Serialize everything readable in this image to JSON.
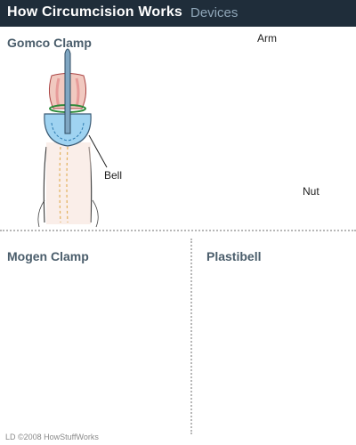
{
  "header": {
    "title": "How Circumcision Works",
    "subtitle": "Devices"
  },
  "sections": {
    "gomco": {
      "title": "Gomco Clamp",
      "labels": {
        "arm": "Arm",
        "bell": "Bell",
        "nut": "Nut"
      }
    },
    "mogen": {
      "title": "Mogen Clamp"
    },
    "plastibell": {
      "title": "Plastibell"
    }
  },
  "credit": "LD ©2008 HowStuffWorks",
  "colors": {
    "header_bg": "#1f2d3a",
    "steel": "#b9c8d6",
    "steel_dark": "#7f94a8",
    "arrow_blue": "#5fa7df",
    "skin": "#f1c9c0",
    "skin_dark": "#e79c9a",
    "bell_blue": "#9fd3f1",
    "cut_red": "#e23b3b"
  }
}
